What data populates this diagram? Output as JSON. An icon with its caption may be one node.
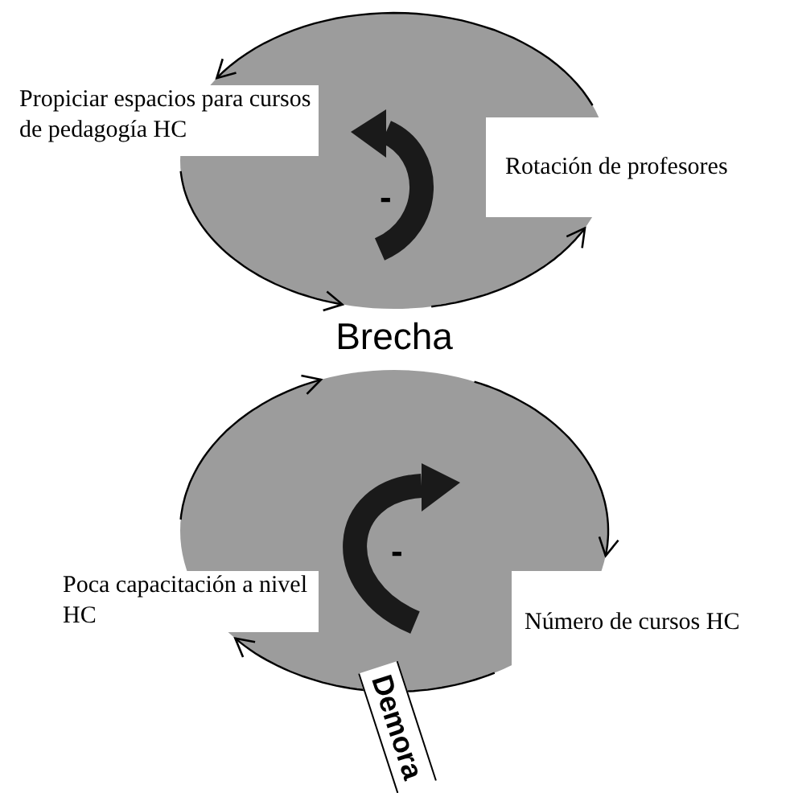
{
  "diagram": {
    "nodes": [
      {
        "text": [
          "Propiciar espacios para cursos de pedagogía HC"
        ]
      },
      {
        "text": [
          "Rotación de profesores"
        ]
      },
      {
        "text": [
          "Brecha"
        ]
      },
      {
        "text": [
          "Poca capacitación a nivel HC"
        ]
      },
      {
        "text": [
          "Número de cursos HC"
        ]
      }
    ],
    "edges": [
      {
        "from": 2,
        "to": 1,
        "arrow": "to"
      },
      {
        "from": 1,
        "to": 0,
        "arrow": "to"
      },
      {
        "from": 0,
        "to": 2,
        "arrow": "to"
      },
      {
        "from": 3,
        "to": 2,
        "arrow": "to"
      },
      {
        "from": 2,
        "to": 4,
        "arrow": "to"
      },
      {
        "from": 4,
        "to": 3,
        "arrow": "to",
        "label": "Demora"
      }
    ],
    "labels": [
      "-",
      "-"
    ]
  }
}
